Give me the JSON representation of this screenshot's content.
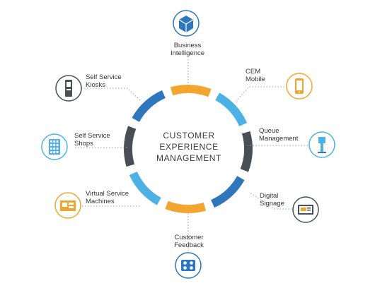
{
  "center": {
    "lines": [
      "CUSTOMER",
      "EXPERIENCE",
      "MANAGEMENT"
    ]
  },
  "colors": {
    "blue": "#2f77bd",
    "orange": "#f2a630",
    "light_blue": "#4db1e6",
    "dark_gray": "#4a4f55",
    "connector": "#9aa0a6"
  },
  "ring_segments": [
    "blue",
    "orange",
    "light_blue",
    "dark_gray",
    "blue",
    "orange",
    "light_blue",
    "dark_gray"
  ],
  "nodes": [
    {
      "id": "business-intelligence",
      "lines": [
        "Business",
        "Intelligence"
      ],
      "icon": "cube-icon",
      "ring": "blue"
    },
    {
      "id": "cem-mobile",
      "lines": [
        "CEM",
        "Mobile"
      ],
      "icon": "mobile-phone-icon",
      "ring": "orange"
    },
    {
      "id": "queue-management",
      "lines": [
        "Queue",
        "Management"
      ],
      "icon": "queue-kiosk-icon",
      "ring": "light_blue"
    },
    {
      "id": "digital-signage",
      "lines": [
        "Digital",
        "Signage"
      ],
      "icon": "digital-screen-icon",
      "ring": "dark_gray"
    },
    {
      "id": "customer-feedback",
      "lines": [
        "Customer",
        "Feedback"
      ],
      "icon": "feedback-panel-icon",
      "ring": "blue"
    },
    {
      "id": "virtual-service-machines",
      "lines": [
        "Virtual Service",
        "Machines"
      ],
      "icon": "service-machine-icon",
      "ring": "orange"
    },
    {
      "id": "self-service-shops",
      "lines": [
        "Self Service",
        "Shops"
      ],
      "icon": "shop-building-icon",
      "ring": "light_blue"
    },
    {
      "id": "self-service-kiosks",
      "lines": [
        "Self Service",
        "Kiosks"
      ],
      "icon": "kiosk-icon",
      "ring": "dark_gray"
    }
  ]
}
